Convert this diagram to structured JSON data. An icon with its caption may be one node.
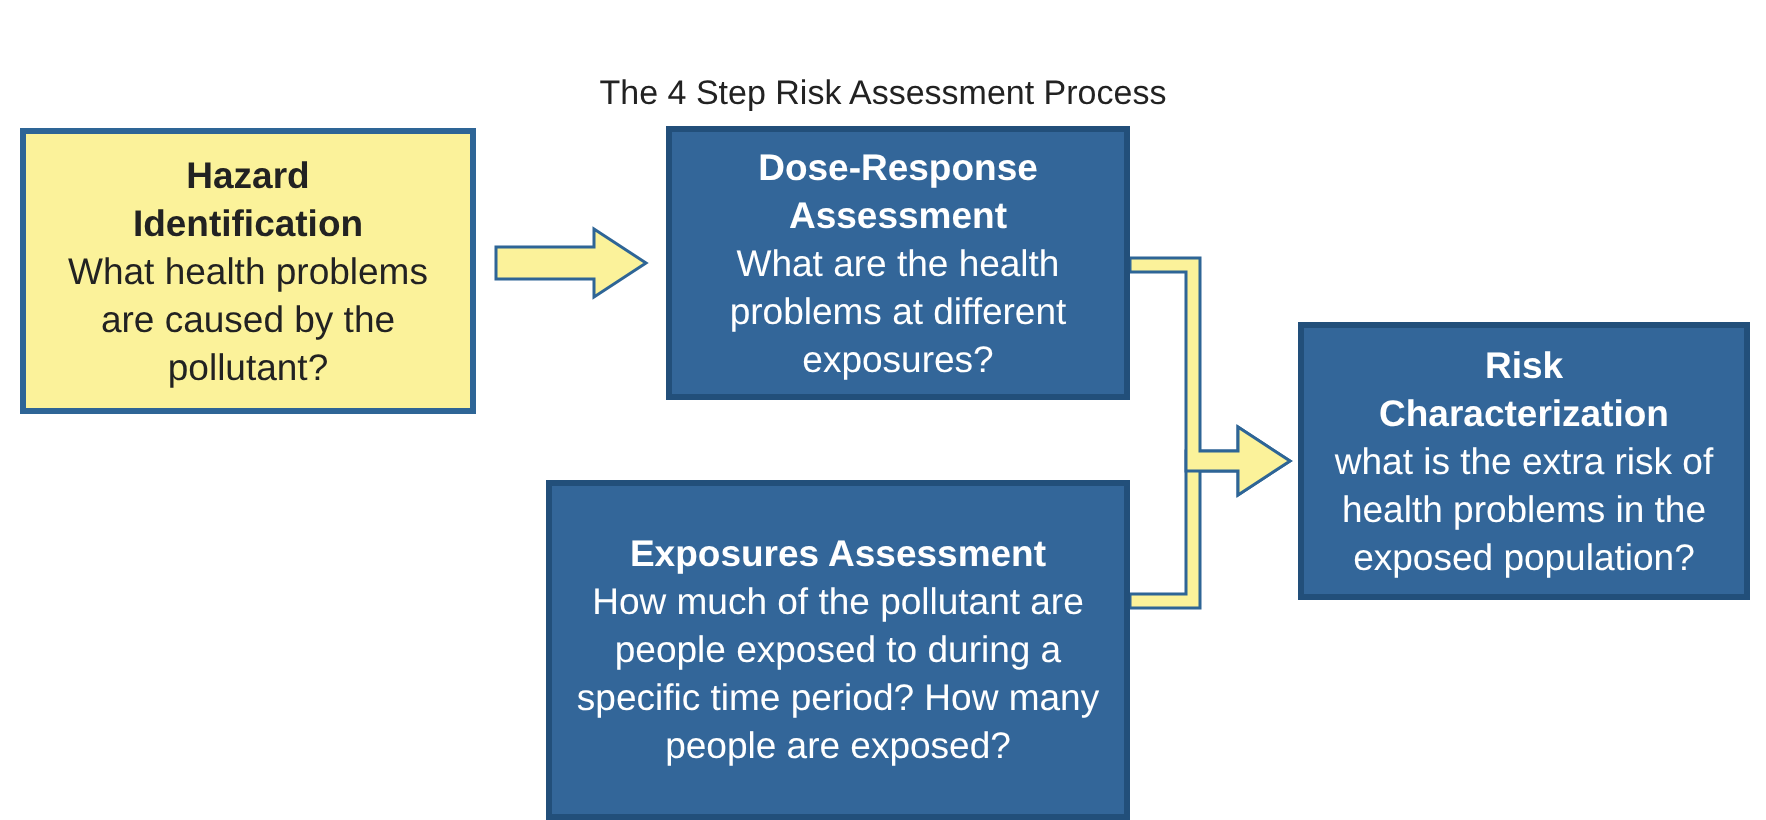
{
  "diagram": {
    "title": "The 4 Step Risk Assessment Process",
    "nodes": [
      {
        "text": [
          "Hazard Identification",
          "What health problems are caused by the pollutant?"
        ]
      },
      {
        "text": [
          "Dose-Response Assessment",
          "What are the health problems at different exposures?"
        ]
      },
      {
        "text": [
          "Exposures Assessment",
          "How much of the pollutant are people exposed to during a specific time period? How many people are exposed?"
        ]
      },
      {
        "text": [
          "Risk Characterization",
          "what is the extra risk of health problems in the exposed population?"
        ]
      }
    ],
    "edges": [
      {
        "from": 0,
        "to": 1,
        "arrow": "to"
      },
      {
        "from": 1,
        "to": 3,
        "arrow": "to"
      },
      {
        "from": 2,
        "to": 3,
        "arrow": "to"
      }
    ]
  }
}
